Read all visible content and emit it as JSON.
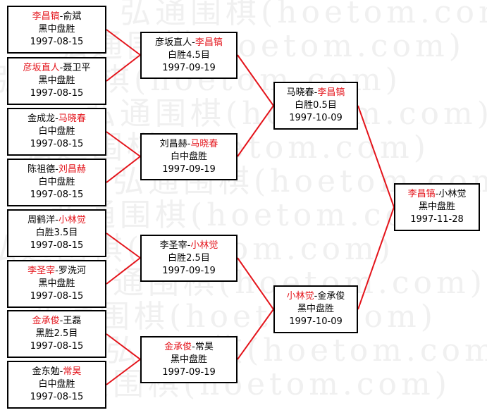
{
  "watermark": "弘通围棋(hoetom.com)",
  "colors": {
    "winner": "#e4141b",
    "text": "#000000",
    "line": "#e4141b",
    "border": "#000000"
  },
  "games": {
    "r1_1": {
      "p1": "李昌镐",
      "p2": "俞斌",
      "winner": "p1",
      "result": "黑中盘胜",
      "date": "1997-08-15"
    },
    "r1_2": {
      "p1": "彦坂直人",
      "p2": "聂卫平",
      "winner": "p1",
      "result": "黑中盘胜",
      "date": "1997-08-15"
    },
    "r1_3": {
      "p1": "金成龙",
      "p2": "马晓春",
      "winner": "p2",
      "result": "白中盘胜",
      "date": "1997-08-15"
    },
    "r1_4": {
      "p1": "陈祖德",
      "p2": "刘昌赫",
      "winner": "p2",
      "result": "白中盘胜",
      "date": "1997-08-15"
    },
    "r1_5": {
      "p1": "周鹤洋",
      "p2": "小林觉",
      "winner": "p2",
      "result": "白胜3.5目",
      "date": "1997-08-15"
    },
    "r1_6": {
      "p1": "李圣宰",
      "p2": "罗洗河",
      "winner": "p1",
      "result": "黑中盘胜",
      "date": "1997-08-15"
    },
    "r1_7": {
      "p1": "金承俊",
      "p2": "王磊",
      "winner": "p1",
      "result": "黑胜2.5目",
      "date": "1997-08-15"
    },
    "r1_8": {
      "p1": "金东勉",
      "p2": "常昊",
      "winner": "p2",
      "result": "白中盘胜",
      "date": "1997-08-15"
    },
    "r2_1": {
      "p1": "彦坂直人",
      "p2": "李昌镐",
      "winner": "p2",
      "result": "白胜4.5目",
      "date": "1997-09-19"
    },
    "r2_2": {
      "p1": "刘昌赫",
      "p2": "马晓春",
      "winner": "p2",
      "result": "白中盘胜",
      "date": "1997-09-19"
    },
    "r2_3": {
      "p1": "李圣宰",
      "p2": "小林觉",
      "winner": "p2",
      "result": "白胜2.5目",
      "date": "1997-09-19"
    },
    "r2_4": {
      "p1": "金承俊",
      "p2": "常昊",
      "winner": "p1",
      "result": "黑中盘胜",
      "date": "1997-09-19"
    },
    "r3_1": {
      "p1": "马晓春",
      "p2": "李昌镐",
      "winner": "p2",
      "result": "白胜0.5目",
      "date": "1997-10-09"
    },
    "r3_2": {
      "p1": "小林觉",
      "p2": "金承俊",
      "winner": "p1",
      "result": "黑中盘胜",
      "date": "1997-10-09"
    },
    "final": {
      "p1": "李昌镐",
      "p2": "小林觉",
      "winner": "p1",
      "result": "黑中盘胜",
      "date": "1997-11-28"
    }
  }
}
